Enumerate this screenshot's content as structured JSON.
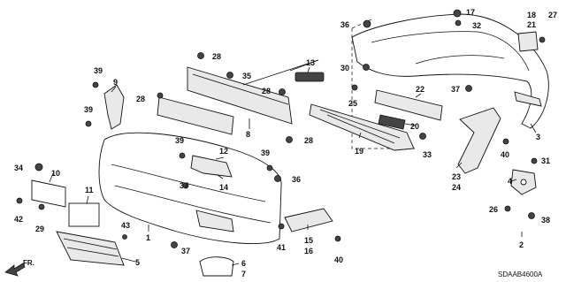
{
  "diagram_code": "SDAAB4600A",
  "direction_label": "FR.",
  "callouts": [
    "1",
    "2",
    "3",
    "4",
    "5",
    "6",
    "7",
    "8",
    "9",
    "10",
    "11",
    "12",
    "13",
    "14",
    "15",
    "16",
    "17",
    "18",
    "19",
    "20",
    "21",
    "22",
    "23",
    "24",
    "25",
    "26",
    "27",
    "28",
    "29",
    "30",
    "31",
    "32",
    "33",
    "34",
    "35",
    "36",
    "37",
    "38",
    "39",
    "40",
    "41",
    "42",
    "43"
  ]
}
